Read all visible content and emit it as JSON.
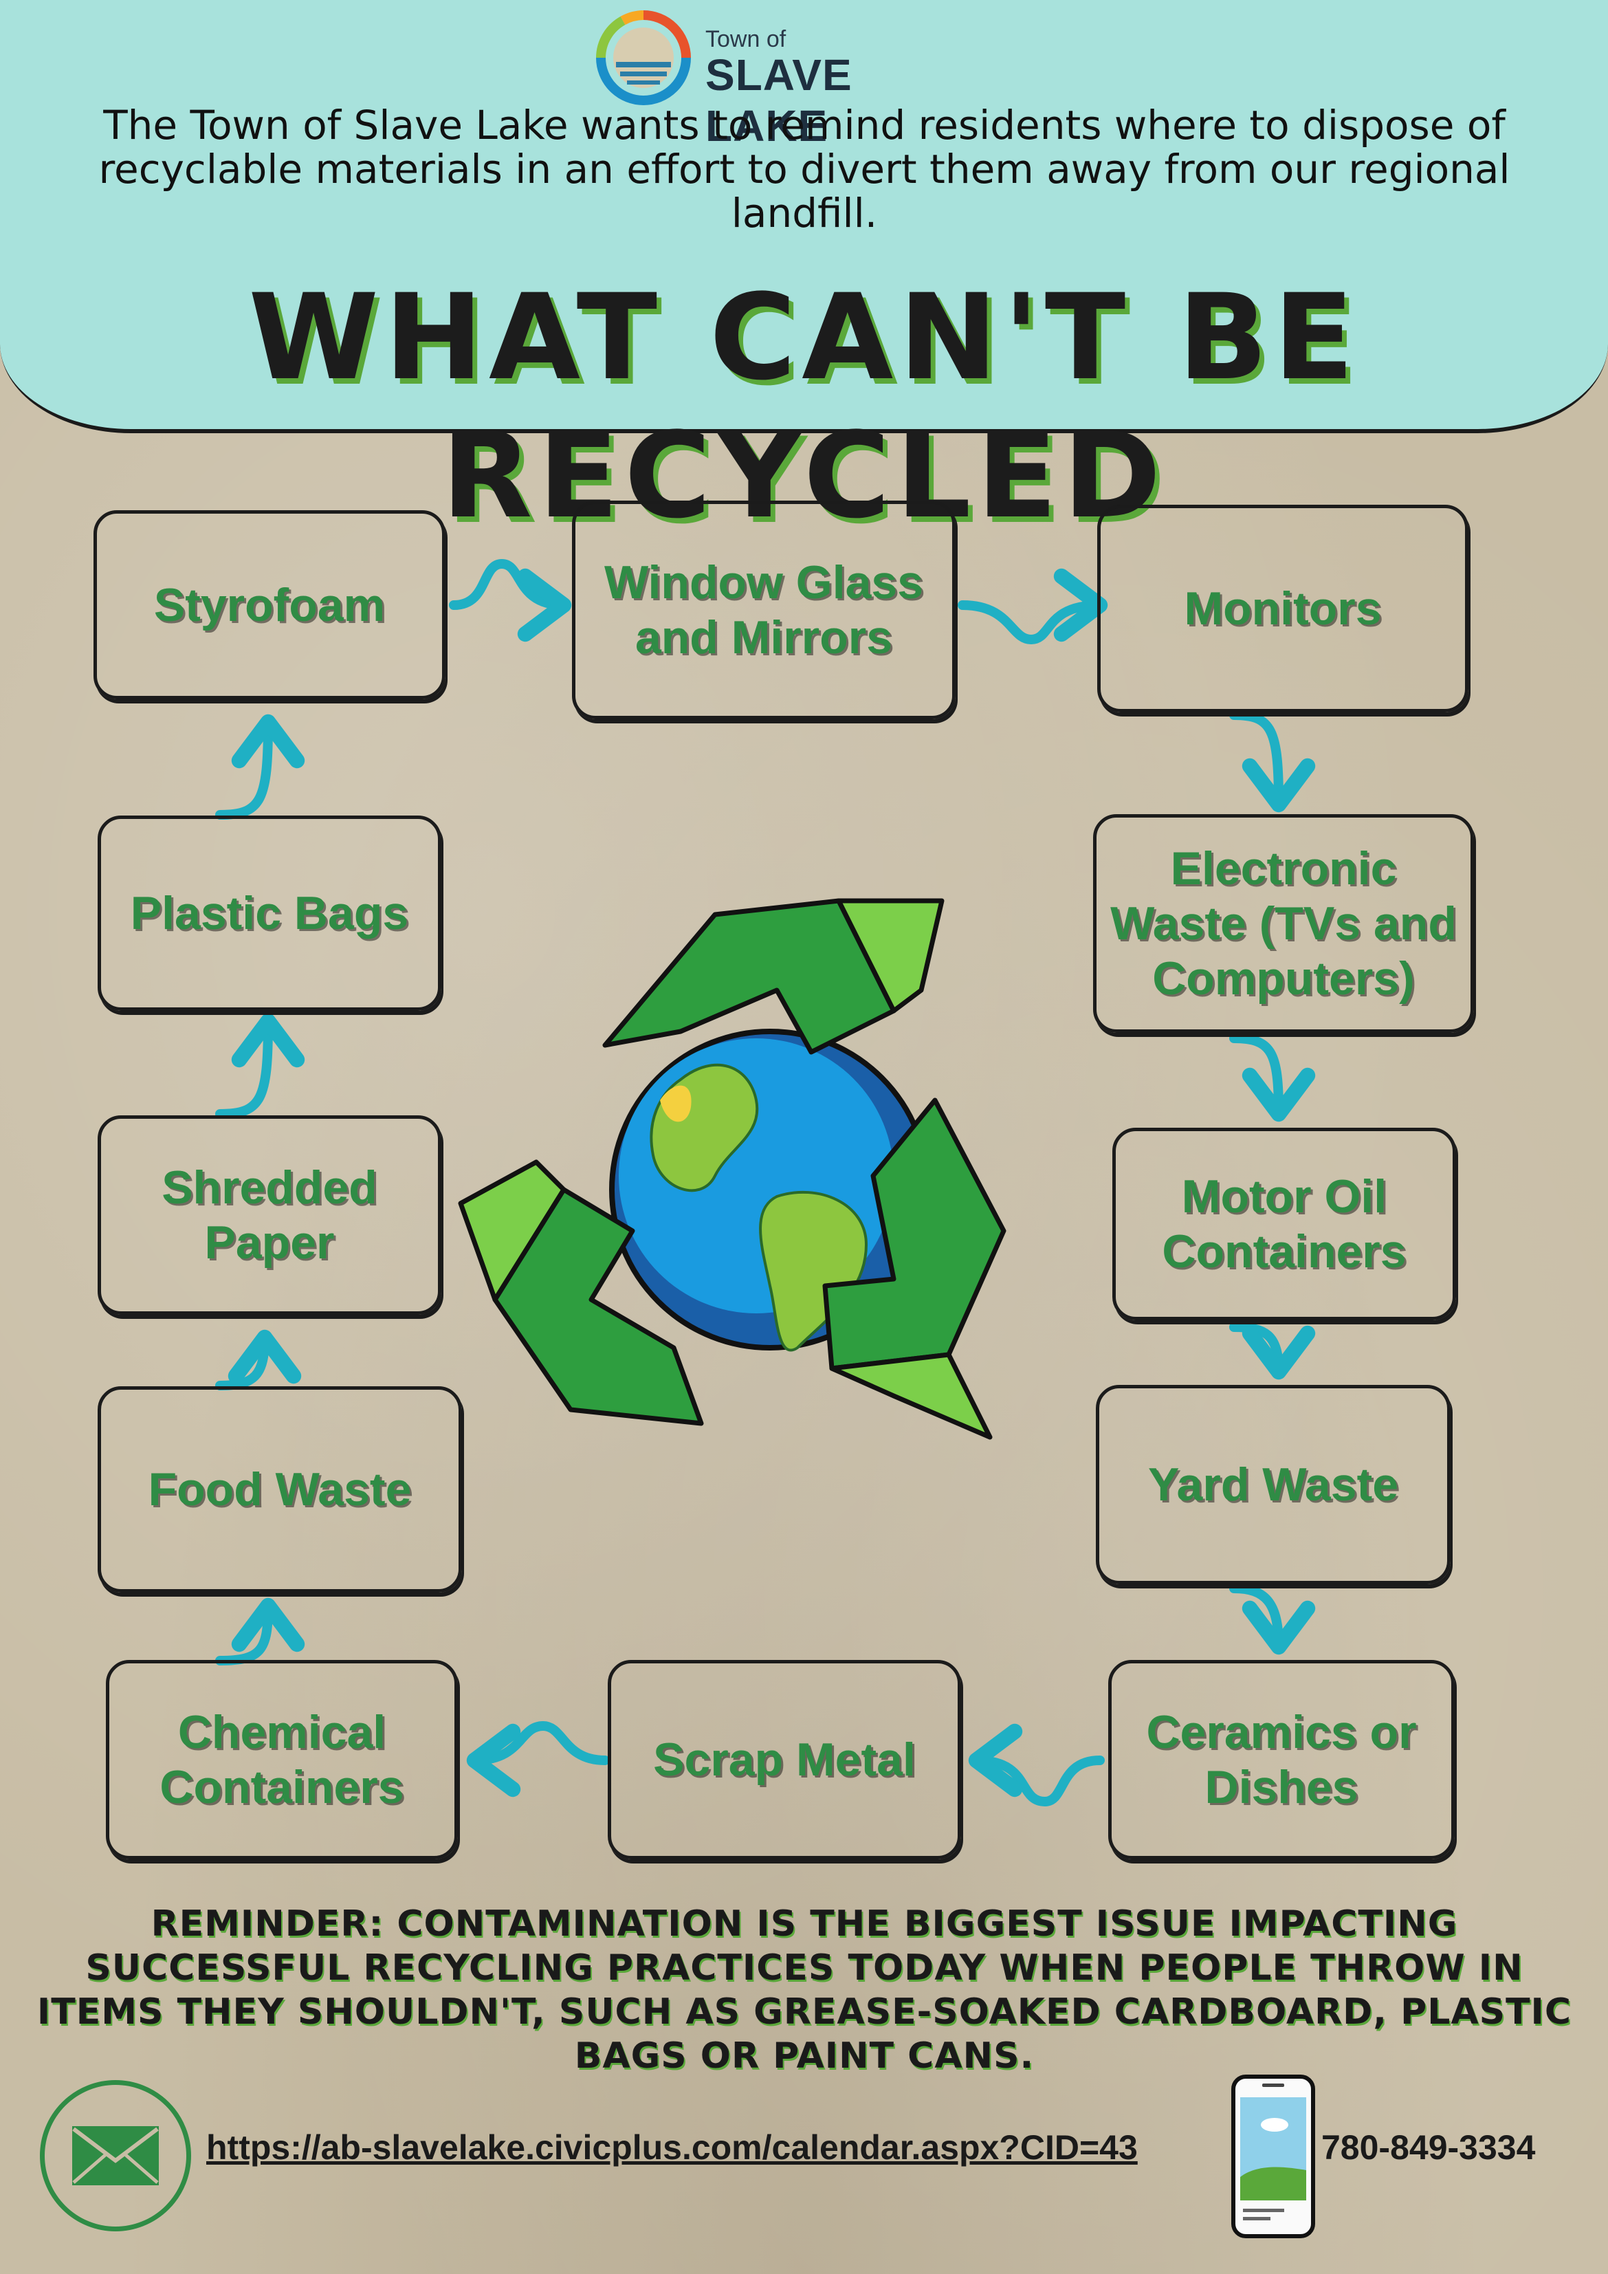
{
  "header": {
    "logo_small": "Town of",
    "logo_big": "SLAVE LAKE",
    "intro": "The Town of Slave Lake wants to remind residents where to dispose of recyclable materials in an effort to divert them away from our regional landfill.",
    "title": "WHAT CAN'T BE RECYCLED"
  },
  "items": [
    {
      "label": "Styrofoam"
    },
    {
      "label": "Window Glass and Mirrors"
    },
    {
      "label": "Monitors"
    },
    {
      "label": "Electronic Waste (TVs and Computers)"
    },
    {
      "label": "Motor Oil Containers"
    },
    {
      "label": "Yard Waste"
    },
    {
      "label": "Ceramics or Dishes"
    },
    {
      "label": "Scrap Metal"
    },
    {
      "label": "Chemical Containers"
    },
    {
      "label": "Food Waste"
    },
    {
      "label": "Shredded Paper"
    },
    {
      "label": "Plastic Bags"
    }
  ],
  "reminder": "REMINDER: CONTAMINATION IS THE BIGGEST ISSUE IMPACTING SUCCESSFUL RECYCLING PRACTICES TODAY WHEN PEOPLE THROW IN ITEMS THEY SHOULDN'T, SUCH AS GREASE-SOAKED CARDBOARD, PLASTIC BAGS OR PAINT CANS.",
  "footer": {
    "link": "https://ab-slavelake.civicplus.com/calendar.aspx?CID=43",
    "phone": "780-849-3334"
  },
  "icons": {
    "logo": "town-logo-icon",
    "recycle": "recycle-earth-icon",
    "mail": "envelope-icon",
    "phone": "smartphone-icon"
  },
  "colors": {
    "header_bg": "#a8e2dc",
    "label_green": "#2f8c45",
    "arrow_teal": "#1fb0c4",
    "title_shadow": "#5aa83a",
    "paper": "#c8bda5"
  }
}
